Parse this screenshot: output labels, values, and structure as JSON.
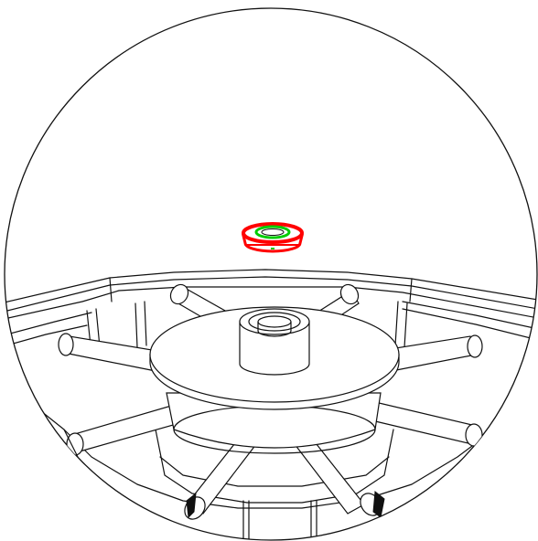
{
  "view": {
    "type": "circular-cad-detail-view",
    "colors": {
      "background": "#ffffff",
      "line": "#111111",
      "highlight_outer": "#ff0000",
      "highlight_inner": "#00cc00"
    }
  },
  "model": {
    "hub": "central-disc-with-cylindrical-boss",
    "spokes_visible": 8,
    "highlighted_part": "small-ring-washer"
  }
}
